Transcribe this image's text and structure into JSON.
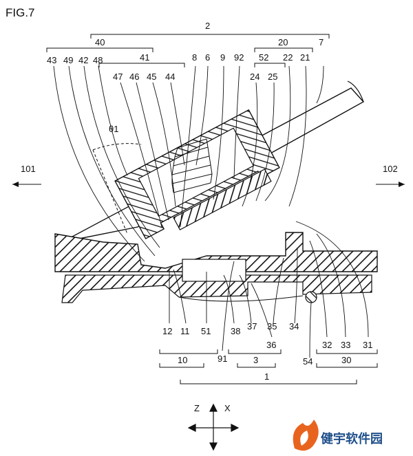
{
  "figure_title": "FIG.7",
  "labels": {
    "top": [
      "2",
      "40",
      "8",
      "6",
      "9",
      "92",
      "20",
      "7",
      "41",
      "52",
      "22",
      "21"
    ],
    "upper_row": [
      "43",
      "49",
      "42",
      "48",
      "47",
      "46",
      "45",
      "44",
      "24",
      "25"
    ],
    "angle": "θ1",
    "direction_left": "101",
    "direction_right": "102",
    "lower_row": [
      "12",
      "11",
      "51",
      "38",
      "37",
      "35",
      "34",
      "32",
      "33",
      "31"
    ],
    "bottom_row": [
      "91",
      "36",
      "54"
    ],
    "groups": [
      "10",
      "3",
      "30",
      "1"
    ]
  },
  "axes": {
    "z": "Z",
    "x": "X"
  },
  "watermark": {
    "text": "健宇软件园",
    "color": "#1f4f8a",
    "accent": "#e8641e"
  }
}
